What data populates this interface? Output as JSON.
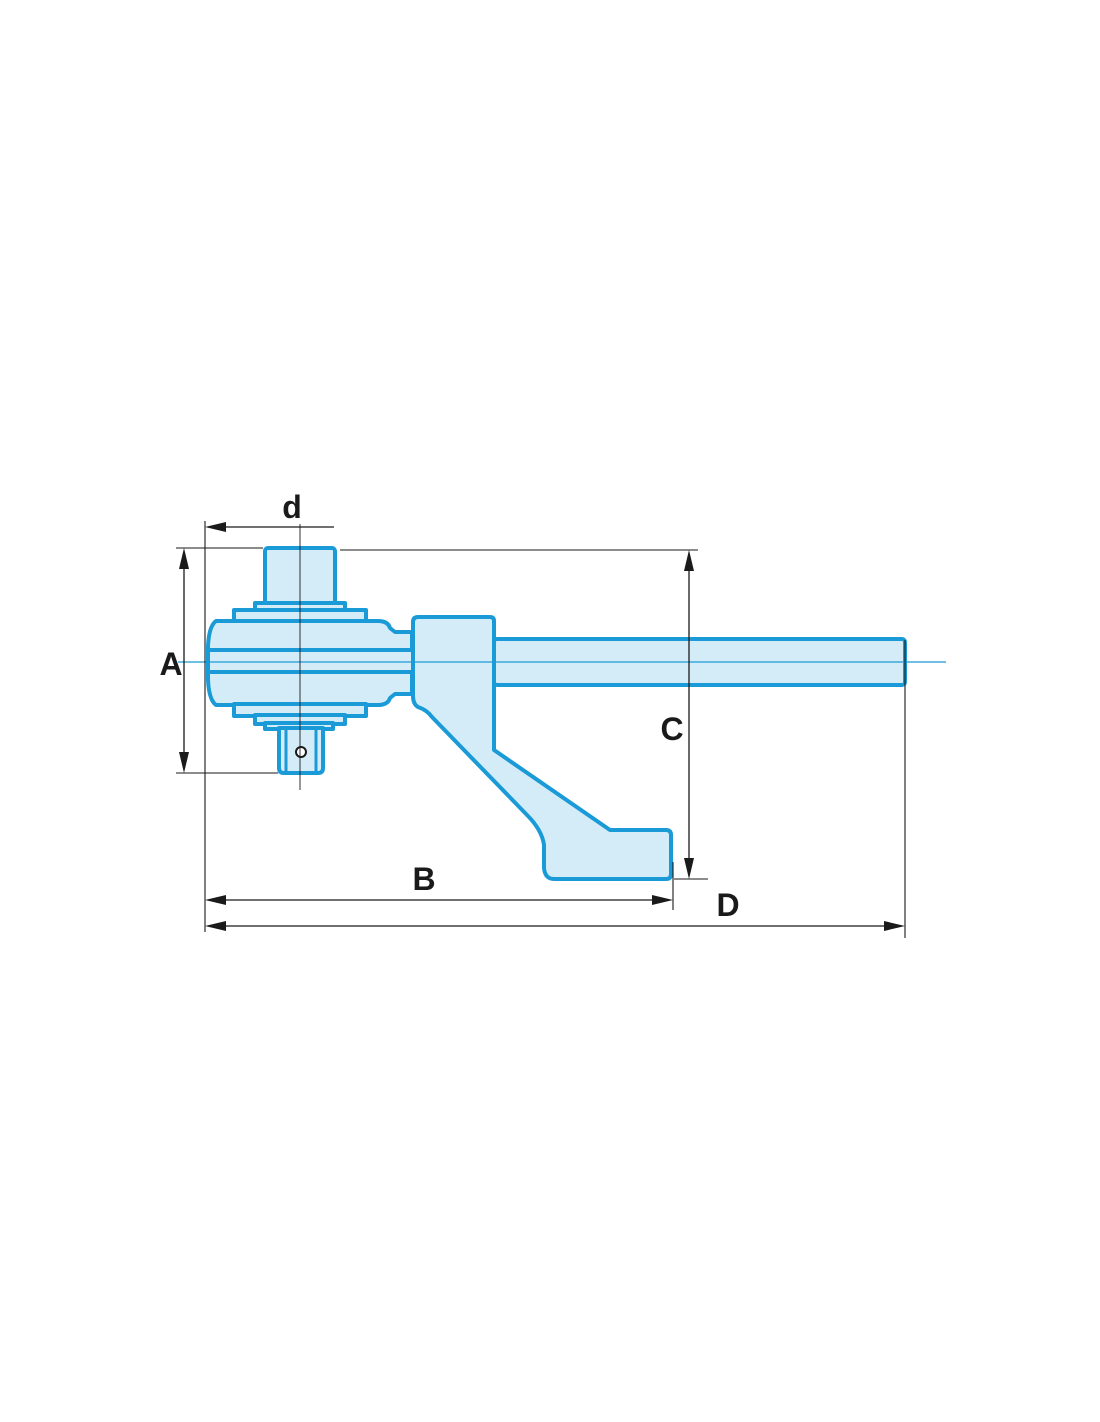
{
  "diagram": {
    "labels": {
      "A": "A",
      "B": "B",
      "C": "C",
      "D": "D",
      "d": "d"
    },
    "colors": {
      "outline": "#1a9ad6",
      "fill": "#d4ecf8",
      "dimension": "#1a1a1a"
    }
  }
}
